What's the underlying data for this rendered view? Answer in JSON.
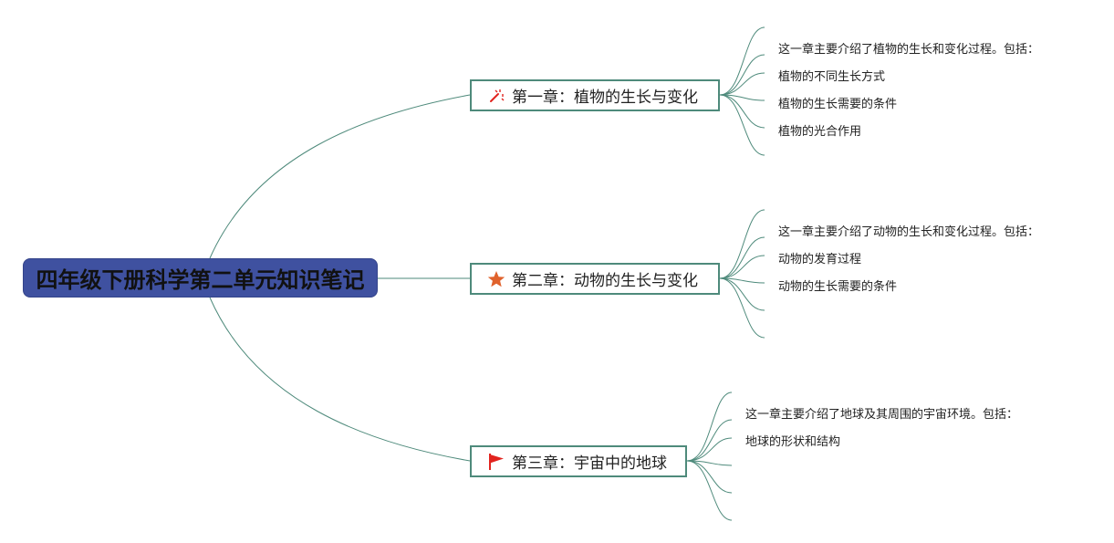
{
  "root": {
    "title": "四年级下册科学第二单元知识笔记"
  },
  "chapters": [
    {
      "title": "第一章：植物的生长与变化",
      "icon": "magic-wand-icon",
      "notes": [
        "这一章主要介绍了植物的生长和变化过程。包括：",
        "植物的不同生长方式",
        "植物的生长需要的条件",
        "植物的光合作用"
      ]
    },
    {
      "title": "第二章：动物的生长与变化",
      "icon": "star-icon",
      "notes": [
        "这一章主要介绍了动物的生长和变化过程。包括：",
        "动物的发育过程",
        "动物的生长需要的条件"
      ]
    },
    {
      "title": "第三章：宇宙中的地球",
      "icon": "red-flag-icon",
      "notes": [
        "这一章主要介绍了地球及其周围的宇宙环境。包括：",
        "地球的形状和结构"
      ]
    }
  ],
  "colors": {
    "root_fill": "#3f51a0",
    "line": "#4e8a7b",
    "star": "#e0622c",
    "flag": "#e2241f"
  }
}
